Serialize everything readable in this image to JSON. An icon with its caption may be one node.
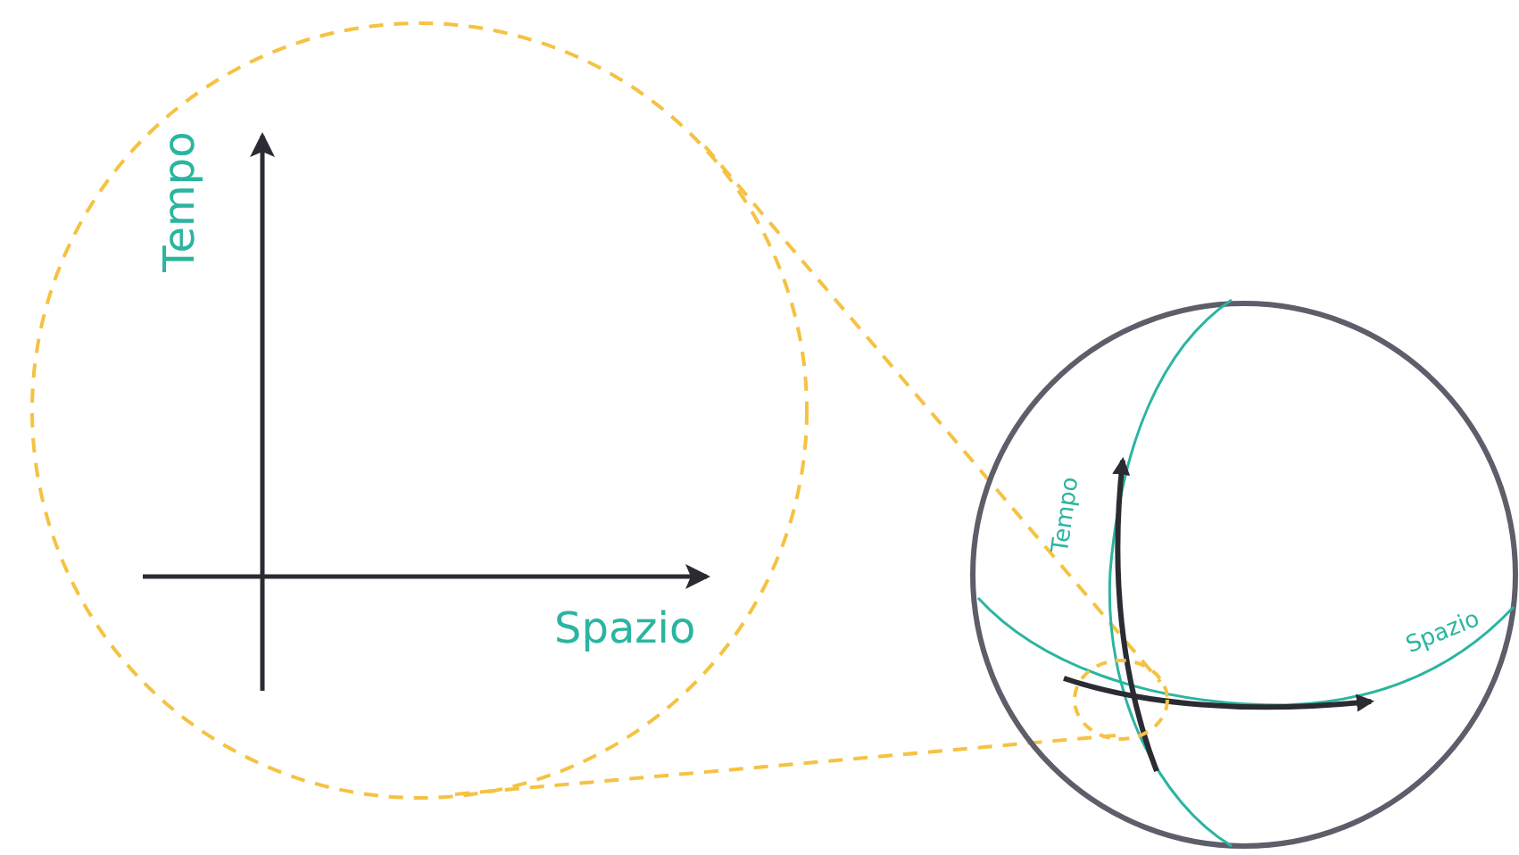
{
  "diagram": {
    "labels": [
      "Tempo",
      "Spazio",
      "Tempo",
      "Spazio"
    ]
  }
}
